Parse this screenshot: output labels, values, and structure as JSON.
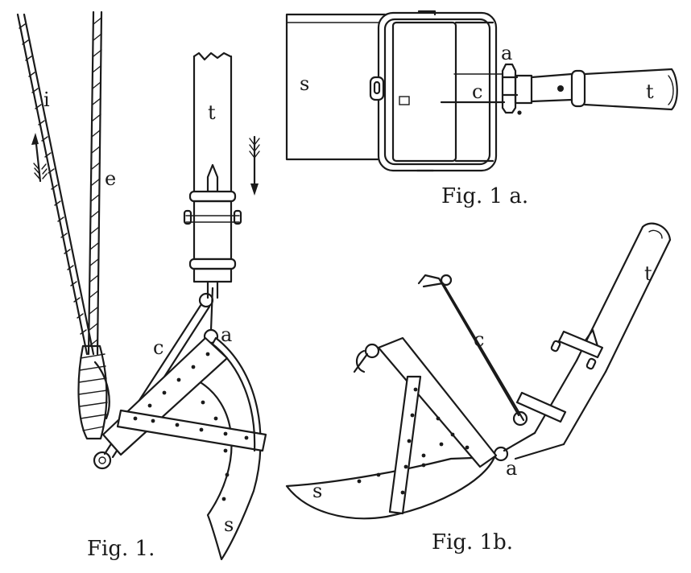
{
  "figures": {
    "fig1": {
      "caption": "Fig. 1.",
      "labels": {
        "i": "i",
        "e": "e",
        "t": "t",
        "c": "c",
        "a": "a",
        "s": "s"
      }
    },
    "fig1a": {
      "caption": "Fig. 1 a.",
      "labels": {
        "s": "s",
        "a": "a",
        "c": "c",
        "t": "t"
      }
    },
    "fig1b": {
      "caption": "Fig. 1b.",
      "labels": {
        "t": "t",
        "c": "c",
        "a": "a",
        "s": "s"
      }
    }
  }
}
